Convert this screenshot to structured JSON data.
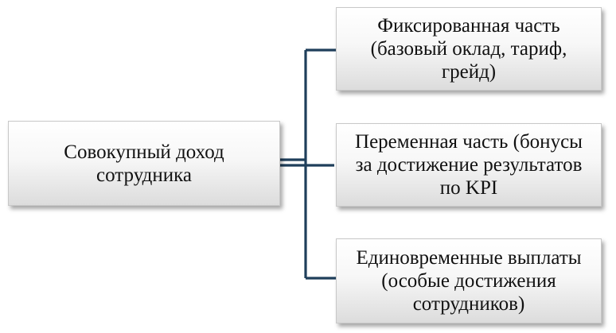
{
  "diagram": {
    "root": {
      "label": "Совокупный доход\nсотрудника"
    },
    "children": [
      {
        "label": "Фиксированная часть\n(базовый оклад, тариф,\nгрейд)"
      },
      {
        "label": "Переменная часть (бонусы\nза достижение результатов\nпо KPI"
      },
      {
        "label": "Единовременные выплаты\n(особые достижения\nсотрудников)"
      }
    ],
    "connector_color": "#1f3f5b"
  }
}
